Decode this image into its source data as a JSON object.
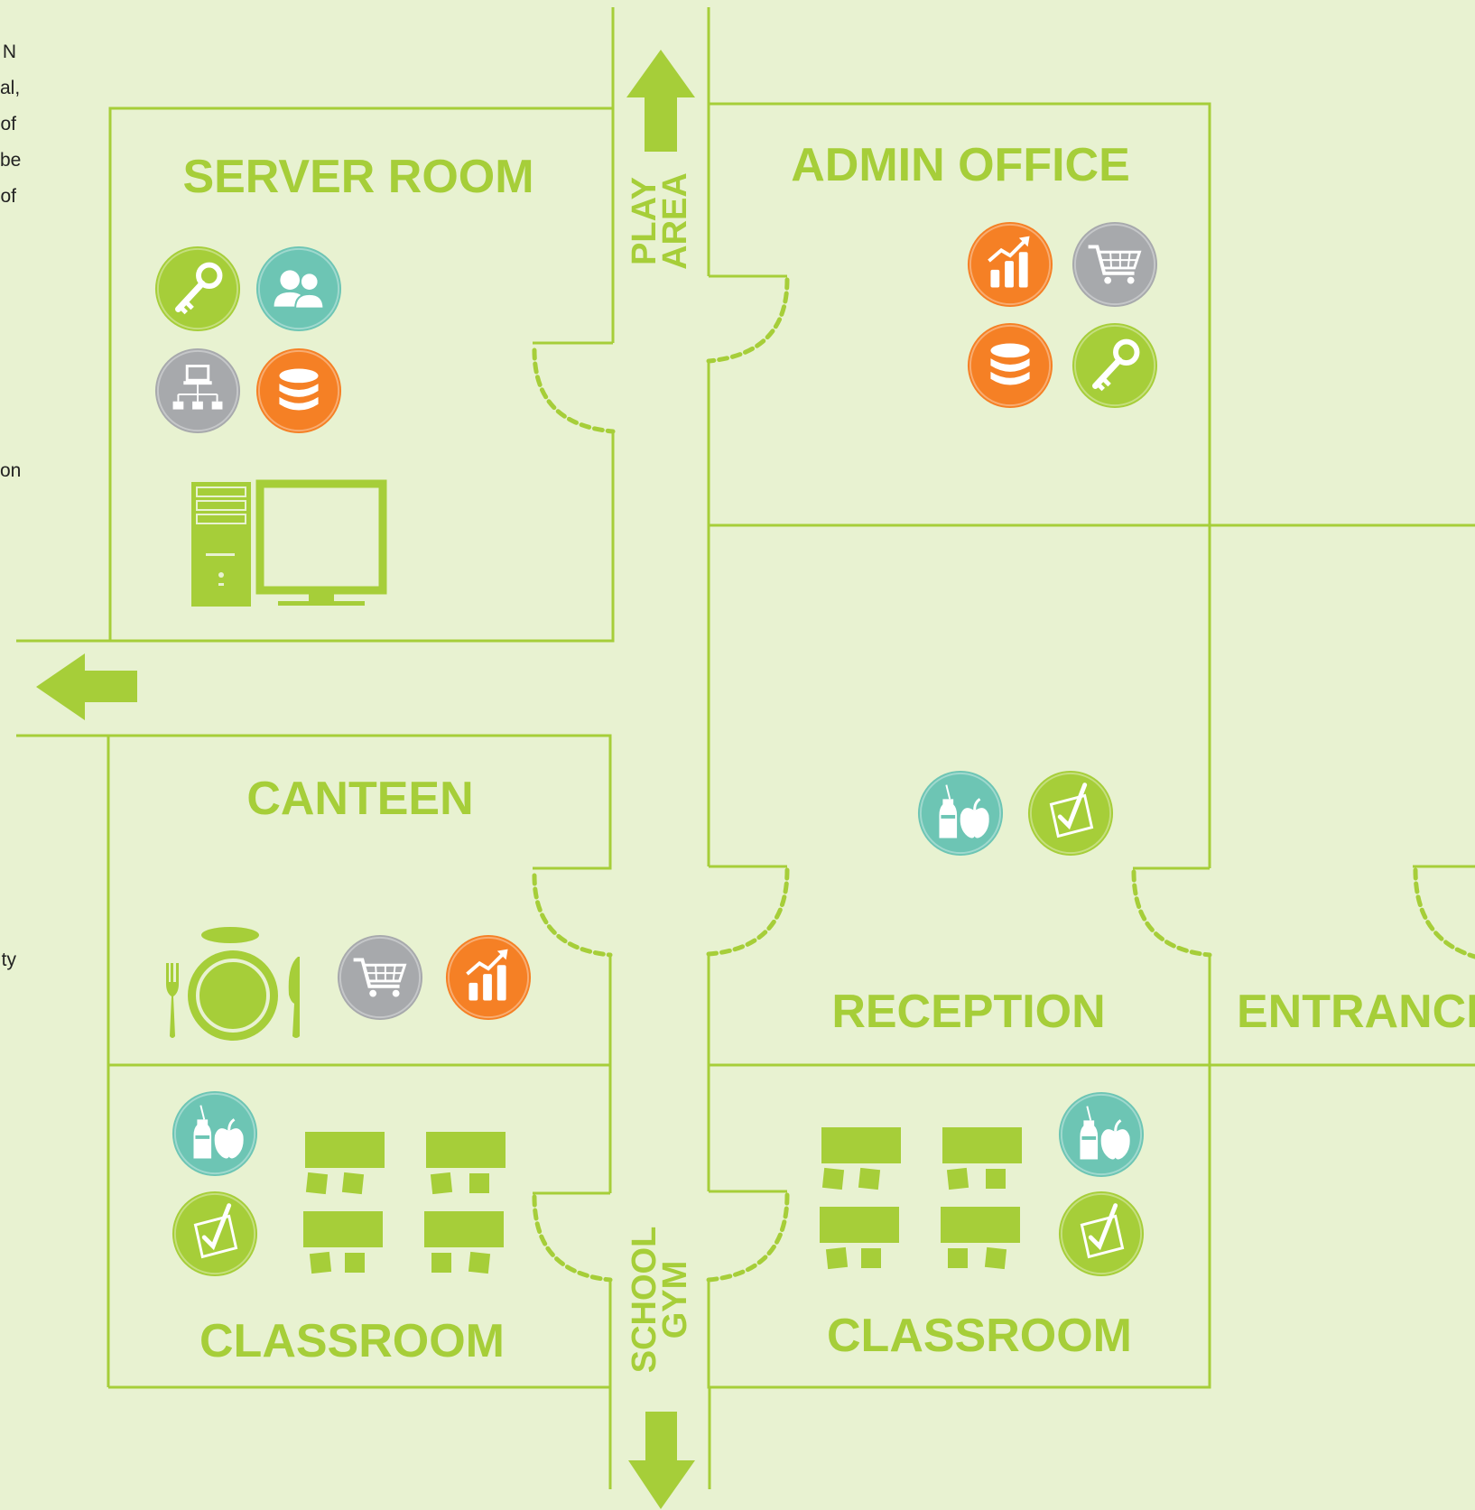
{
  "colors": {
    "background": "#e8f2d1",
    "green": "#a6ce39",
    "teal": "#6dc5b4",
    "grey": "#a7a9ac",
    "orange": "#f58025"
  },
  "rooms": {
    "server_room": "SERVER ROOM",
    "admin_office": "ADMIN OFFICE",
    "canteen": "CANTEEN",
    "reception": "RECEPTION",
    "entrance": "ENTRANCE",
    "classroom_left": "CLASSROOM",
    "classroom_right": "CLASSROOM"
  },
  "corridor": {
    "top_line1": "PLAY",
    "top_line2": "AREA",
    "bottom_line1": "SCHOOL",
    "bottom_line2": "GYM"
  },
  "edge_fragments": [
    "N",
    "al,",
    "of",
    "be",
    "of",
    "on",
    "ty"
  ],
  "icons": {
    "server_room": [
      "key-icon",
      "users-icon",
      "network-icon",
      "coins-icon"
    ],
    "admin_office": [
      "growth-chart-icon",
      "shopping-cart-icon",
      "coins-icon",
      "key-icon"
    ],
    "reception": [
      "drink-apple-icon",
      "checklist-icon"
    ],
    "canteen": [
      "plate-cutlery-icon",
      "shopping-cart-icon",
      "growth-chart-icon"
    ],
    "classroom_left": [
      "drink-apple-icon",
      "checklist-icon",
      "desks-icon"
    ],
    "classroom_right": [
      "drink-apple-icon",
      "checklist-icon",
      "desks-icon"
    ]
  }
}
